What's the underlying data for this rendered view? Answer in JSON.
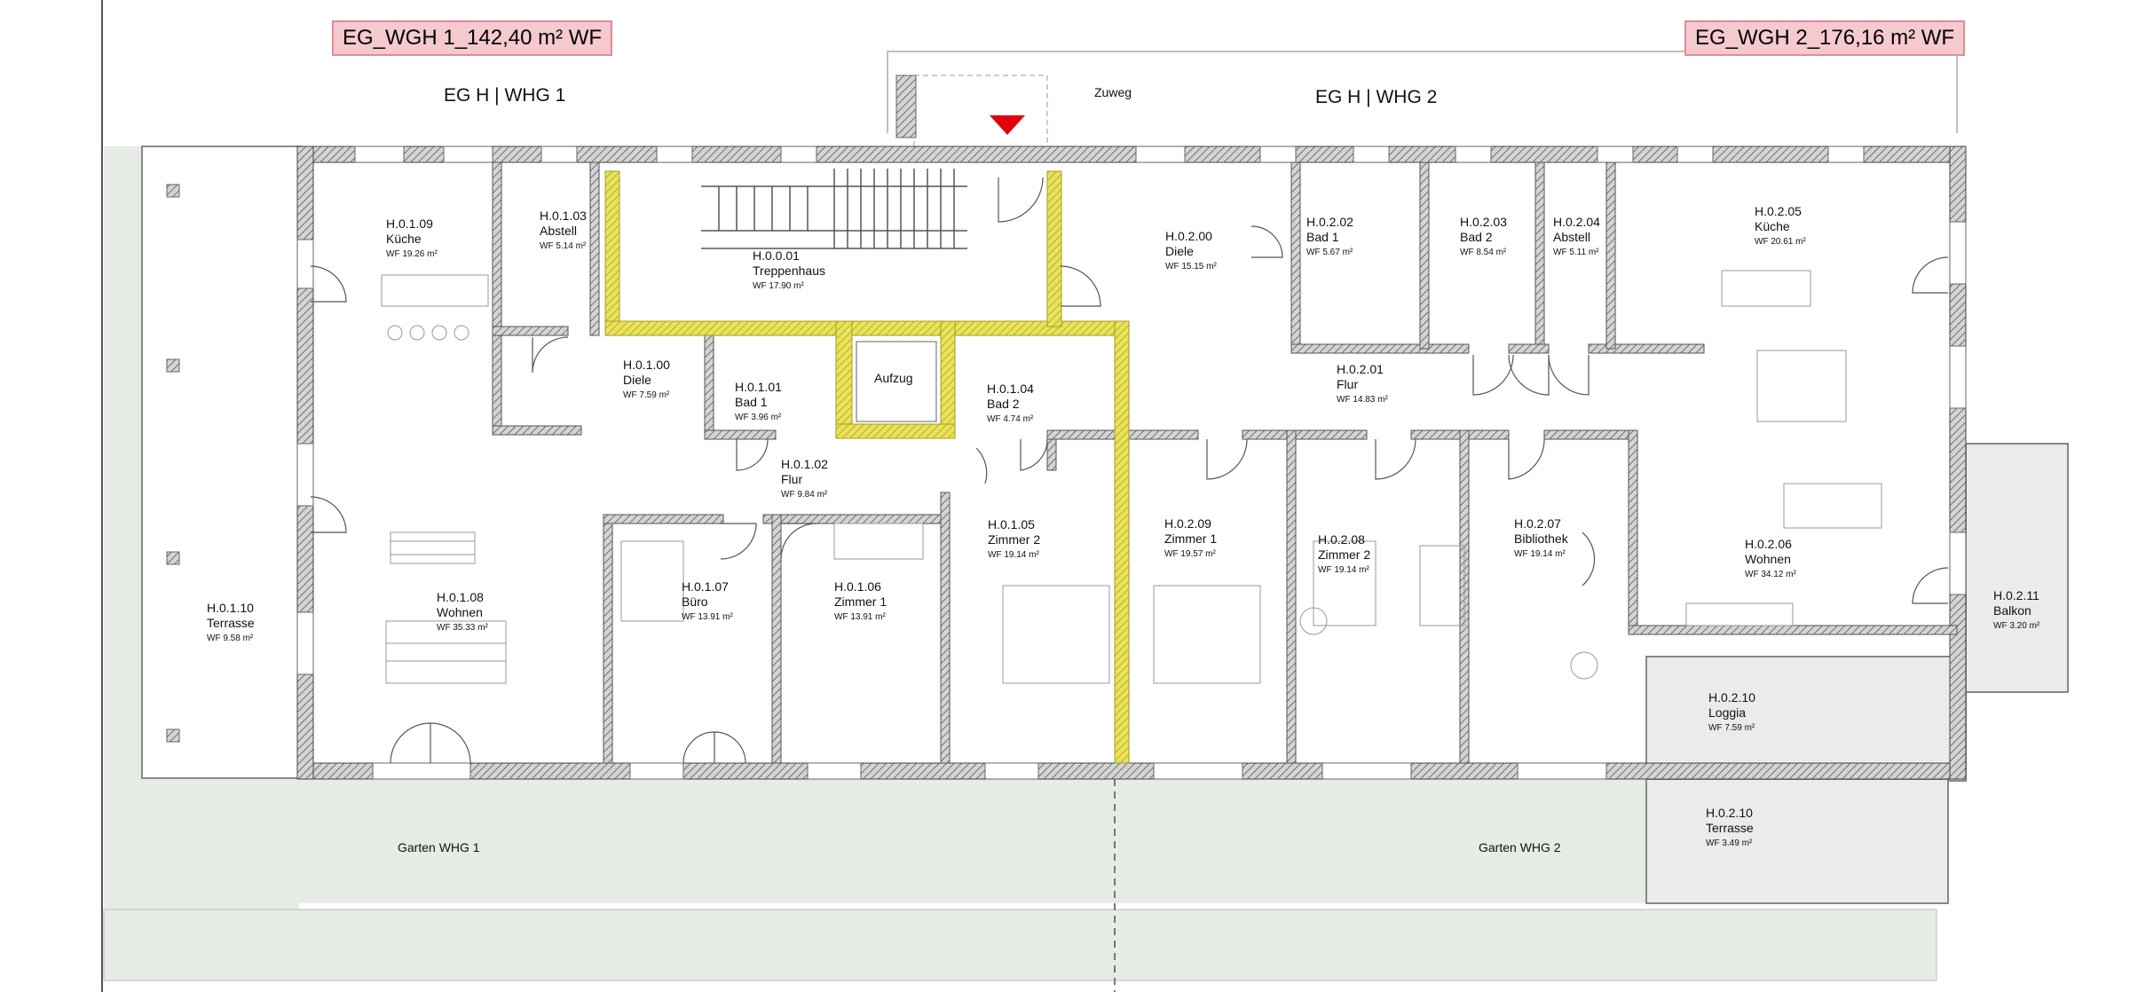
{
  "header": {
    "unit_left": "EG_WGH 1_142,40 m² WF",
    "unit_right": "EG_WGH 2_176,16 m² WF",
    "wing_left": "EG H | WHG 1",
    "wing_right": "EG H | WHG 2",
    "path_label": "Zuweg"
  },
  "rooms": [
    {
      "id": "H.0.1.09",
      "name": "Küche",
      "area": "WF 19.26 m²"
    },
    {
      "id": "H.0.1.03",
      "name": "Abstell",
      "area": "WF 5.14 m²"
    },
    {
      "id": "H.0.0.01",
      "name": "Treppenhaus",
      "area": "WF 17.90 m²"
    },
    {
      "id": "H.0.1.00",
      "name": "Diele",
      "area": "WF 7.59 m²"
    },
    {
      "id": "H.0.1.01",
      "name": "Bad 1",
      "area": "WF 3.96 m²"
    },
    {
      "id": "H.0.1.04",
      "name": "Bad 2",
      "area": "WF 4.74 m²"
    },
    {
      "id": "H.0.1.02",
      "name": "Flur",
      "area": "WF 9.84 m²"
    },
    {
      "id": "H.0.1.10",
      "name": "Terrasse",
      "area": "WF 9.58 m²"
    },
    {
      "id": "H.0.1.08",
      "name": "Wohnen",
      "area": "WF 35.33 m²"
    },
    {
      "id": "H.0.1.07",
      "name": "Büro",
      "area": "WF 13.91 m²"
    },
    {
      "id": "H.0.1.06",
      "name": "Zimmer 1",
      "area": "WF 13.91 m²"
    },
    {
      "id": "H.0.1.05",
      "name": "Zimmer 2",
      "area": "WF 19.14 m²"
    },
    {
      "id": "H.0.2.00",
      "name": "Diele",
      "area": "WF 15.15 m²"
    },
    {
      "id": "H.0.2.02",
      "name": "Bad 1",
      "area": "WF 5.67 m²"
    },
    {
      "id": "H.0.2.03",
      "name": "Bad 2",
      "area": "WF 8.54 m²"
    },
    {
      "id": "H.0.2.04",
      "name": "Abstell",
      "area": "WF 5.11 m²"
    },
    {
      "id": "H.0.2.05",
      "name": "Küche",
      "area": "WF 20.61 m²"
    },
    {
      "id": "H.0.2.01",
      "name": "Flur",
      "area": "WF 14.83 m²"
    },
    {
      "id": "H.0.2.09",
      "name": "Zimmer 1",
      "area": "WF 19.57 m²"
    },
    {
      "id": "H.0.2.08",
      "name": "Zimmer 2",
      "area": "WF 19.14 m²"
    },
    {
      "id": "H.0.2.07",
      "name": "Bibliothek",
      "area": "WF 19.14 m²"
    },
    {
      "id": "H.0.2.06",
      "name": "Wohnen",
      "area": "WF 34.12 m²"
    },
    {
      "id": "H.0.2.11",
      "name": "Balkon",
      "area": "WF 3.20 m²"
    },
    {
      "id": "H.0.2.10",
      "name": "Loggia",
      "area": "WF 7.59 m²"
    },
    {
      "id": "H.0.2.10",
      "name": "Terrasse",
      "area": "WF 3.49 m²"
    }
  ],
  "lift_label": "Aufzug",
  "gardens": {
    "left": "Garten WHG 1",
    "right": "Garten WHG 2"
  },
  "colors": {
    "garden": "#e6ebe5",
    "wall_hatch": "#8a8a8a",
    "core_highlight": "#e9e25a",
    "entrance_marker": "#e3000b",
    "title_fill": "#f6c9cf"
  }
}
